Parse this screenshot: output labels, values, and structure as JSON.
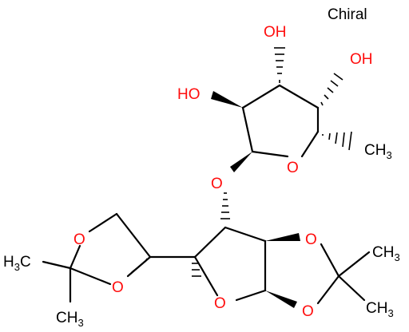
{
  "structure": {
    "chiral_flag": "Chiral",
    "hydroxyl": "OH",
    "hydroxyl_left": "HO",
    "oxygen": "O",
    "methyl": "CH",
    "methyl_left": "H",
    "methyl_left_tail": "C",
    "subscript_3": "3"
  },
  "colors": {
    "carbon": "#000000",
    "oxygen": "#ff0d0d"
  }
}
